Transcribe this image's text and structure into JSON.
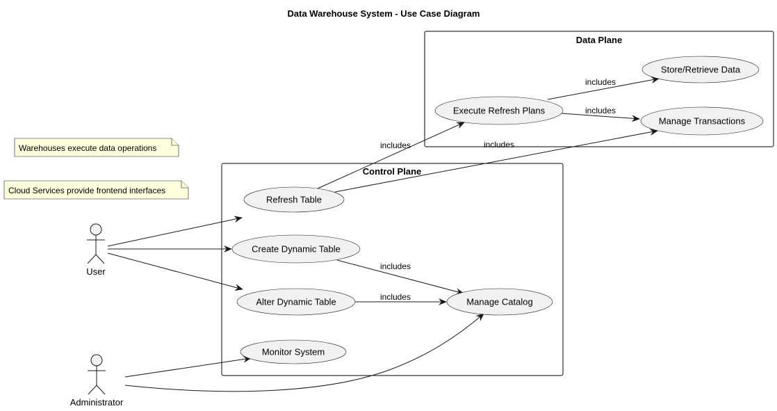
{
  "diagram": {
    "title": "Data Warehouse System - Use Case Diagram",
    "packages": {
      "data_plane": "Data Plane",
      "control_plane": "Control Plane"
    },
    "use_cases": {
      "store_retrieve": "Store/Retrieve Data",
      "execute_refresh": "Execute Refresh Plans",
      "manage_transactions": "Manage Transactions",
      "refresh_table": "Refresh Table",
      "create_dynamic": "Create Dynamic Table",
      "alter_dynamic": "Alter Dynamic Table",
      "manage_catalog": "Manage Catalog",
      "monitor_system": "Monitor System"
    },
    "actors": {
      "user": "User",
      "administrator": "Administrator"
    },
    "notes": {
      "warehouses": "Warehouses execute data operations",
      "cloud_services": "Cloud Services provide frontend interfaces"
    },
    "edge_labels": {
      "exec_to_store": "includes",
      "exec_to_txn": "includes",
      "refresh_to_exec": "includes",
      "refresh_to_txn": "includes",
      "create_to_catalog": "includes",
      "alter_to_catalog": "includes"
    }
  }
}
